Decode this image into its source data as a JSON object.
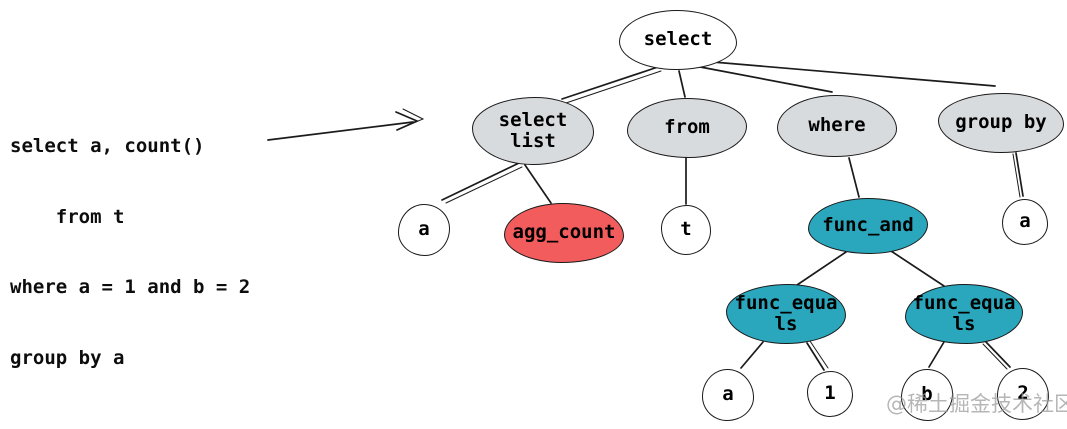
{
  "sql_snippet": {
    "lines": [
      "select a, count()",
      "    from t",
      "where a = 1 and b = 2",
      "group by a"
    ]
  },
  "tree": {
    "nodes": {
      "select": {
        "label": "select",
        "fill": "#ffffff"
      },
      "select_list": {
        "line1": "select",
        "line2": "list",
        "fill": "#d8dbdd"
      },
      "from": {
        "label": "from",
        "fill": "#d8dbdd"
      },
      "where": {
        "label": "where",
        "fill": "#d8dbdd"
      },
      "group_by": {
        "label": "group by",
        "fill": "#d8dbdd"
      },
      "a_select_list": {
        "label": "a",
        "fill": "#ffffff"
      },
      "agg_count": {
        "label": "agg_count",
        "fill": "#f25c5c"
      },
      "t": {
        "label": "t",
        "fill": "#ffffff"
      },
      "func_and": {
        "label": "func_and",
        "fill": "#2aa7bc"
      },
      "a_group_by": {
        "label": "a",
        "fill": "#ffffff"
      },
      "func_equals_1": {
        "line1": "func_equa",
        "line2": "ls",
        "fill": "#2aa7bc"
      },
      "func_equals_2": {
        "line1": "func_equa",
        "line2": "ls",
        "fill": "#2aa7bc"
      },
      "a_cond": {
        "label": "a",
        "fill": "#ffffff"
      },
      "one": {
        "label": "1",
        "fill": "#ffffff"
      },
      "b_cond": {
        "label": "b",
        "fill": "#ffffff"
      },
      "two": {
        "label": "2",
        "fill": "#ffffff"
      }
    }
  },
  "colors": {
    "node_white": "#ffffff",
    "node_gray": "#d8dbdd",
    "node_teal": "#2aa7bc",
    "node_red": "#f25c5c",
    "stroke": "#1b1b1b",
    "sql_text": "#0d0d0d",
    "watermark_gray": "#9b9b9b"
  },
  "watermark": {
    "text": "@稀土掘金技术社区"
  }
}
